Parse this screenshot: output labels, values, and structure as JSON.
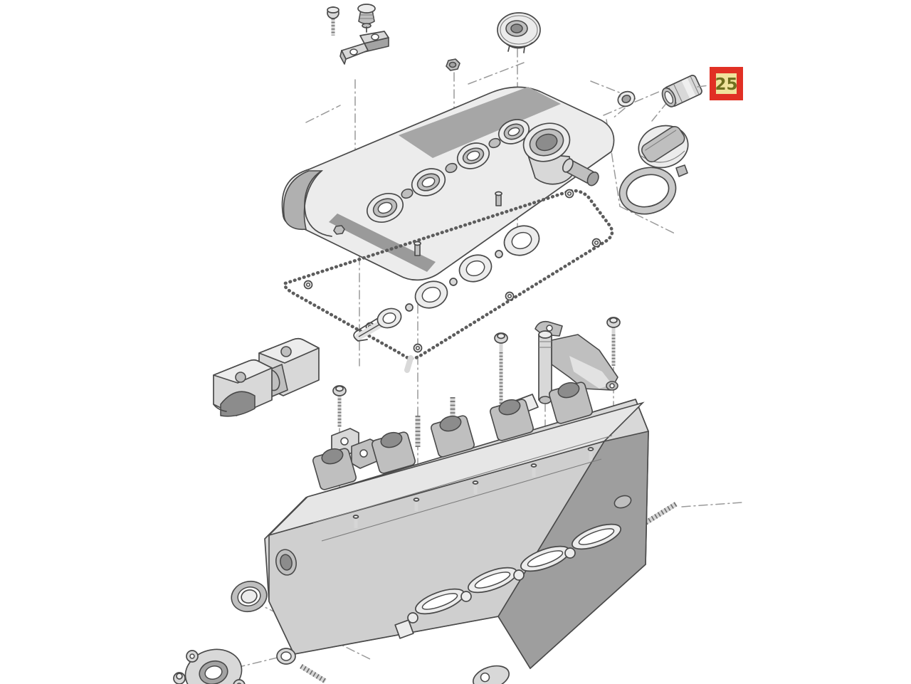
{
  "diagram": {
    "kind": "exploded-parts-diagram",
    "subject": "engine-cylinder-head-assembly",
    "background_color": "#ffffff",
    "ink_color": "#4a4a4a",
    "leader_line_color": "#9a9a9a",
    "leader_line_style": "dash-dot",
    "callout": {
      "label": "25",
      "box_border_color": "#e13024",
      "box_fill_color": "#f0e39c",
      "label_color": "#6f6f1f"
    },
    "parts": [
      "cover-screw",
      "rubber-plug",
      "z-bracket",
      "hex-nut",
      "breather-cap",
      "valve-cover",
      "oil-filler-cap",
      "filler-cap-o-ring",
      "small-seal-ring",
      "highlighted-part-25-cap",
      "valve-cover-gasket",
      "spark-plug-tube-gasket",
      "camshaft-bearing-saddle",
      "bearing-cap-bolt",
      "mini-bearing-bracket",
      "dowel-pin",
      "studs",
      "chain-tensioner",
      "tensioner-wedge",
      "guide-blade",
      "tensioner-bolts",
      "cylinder-head",
      "camshaft-seal",
      "small-ring-seal",
      "threaded-stud",
      "sensor-flange",
      "bottom-flange",
      "corner-bolt"
    ]
  }
}
